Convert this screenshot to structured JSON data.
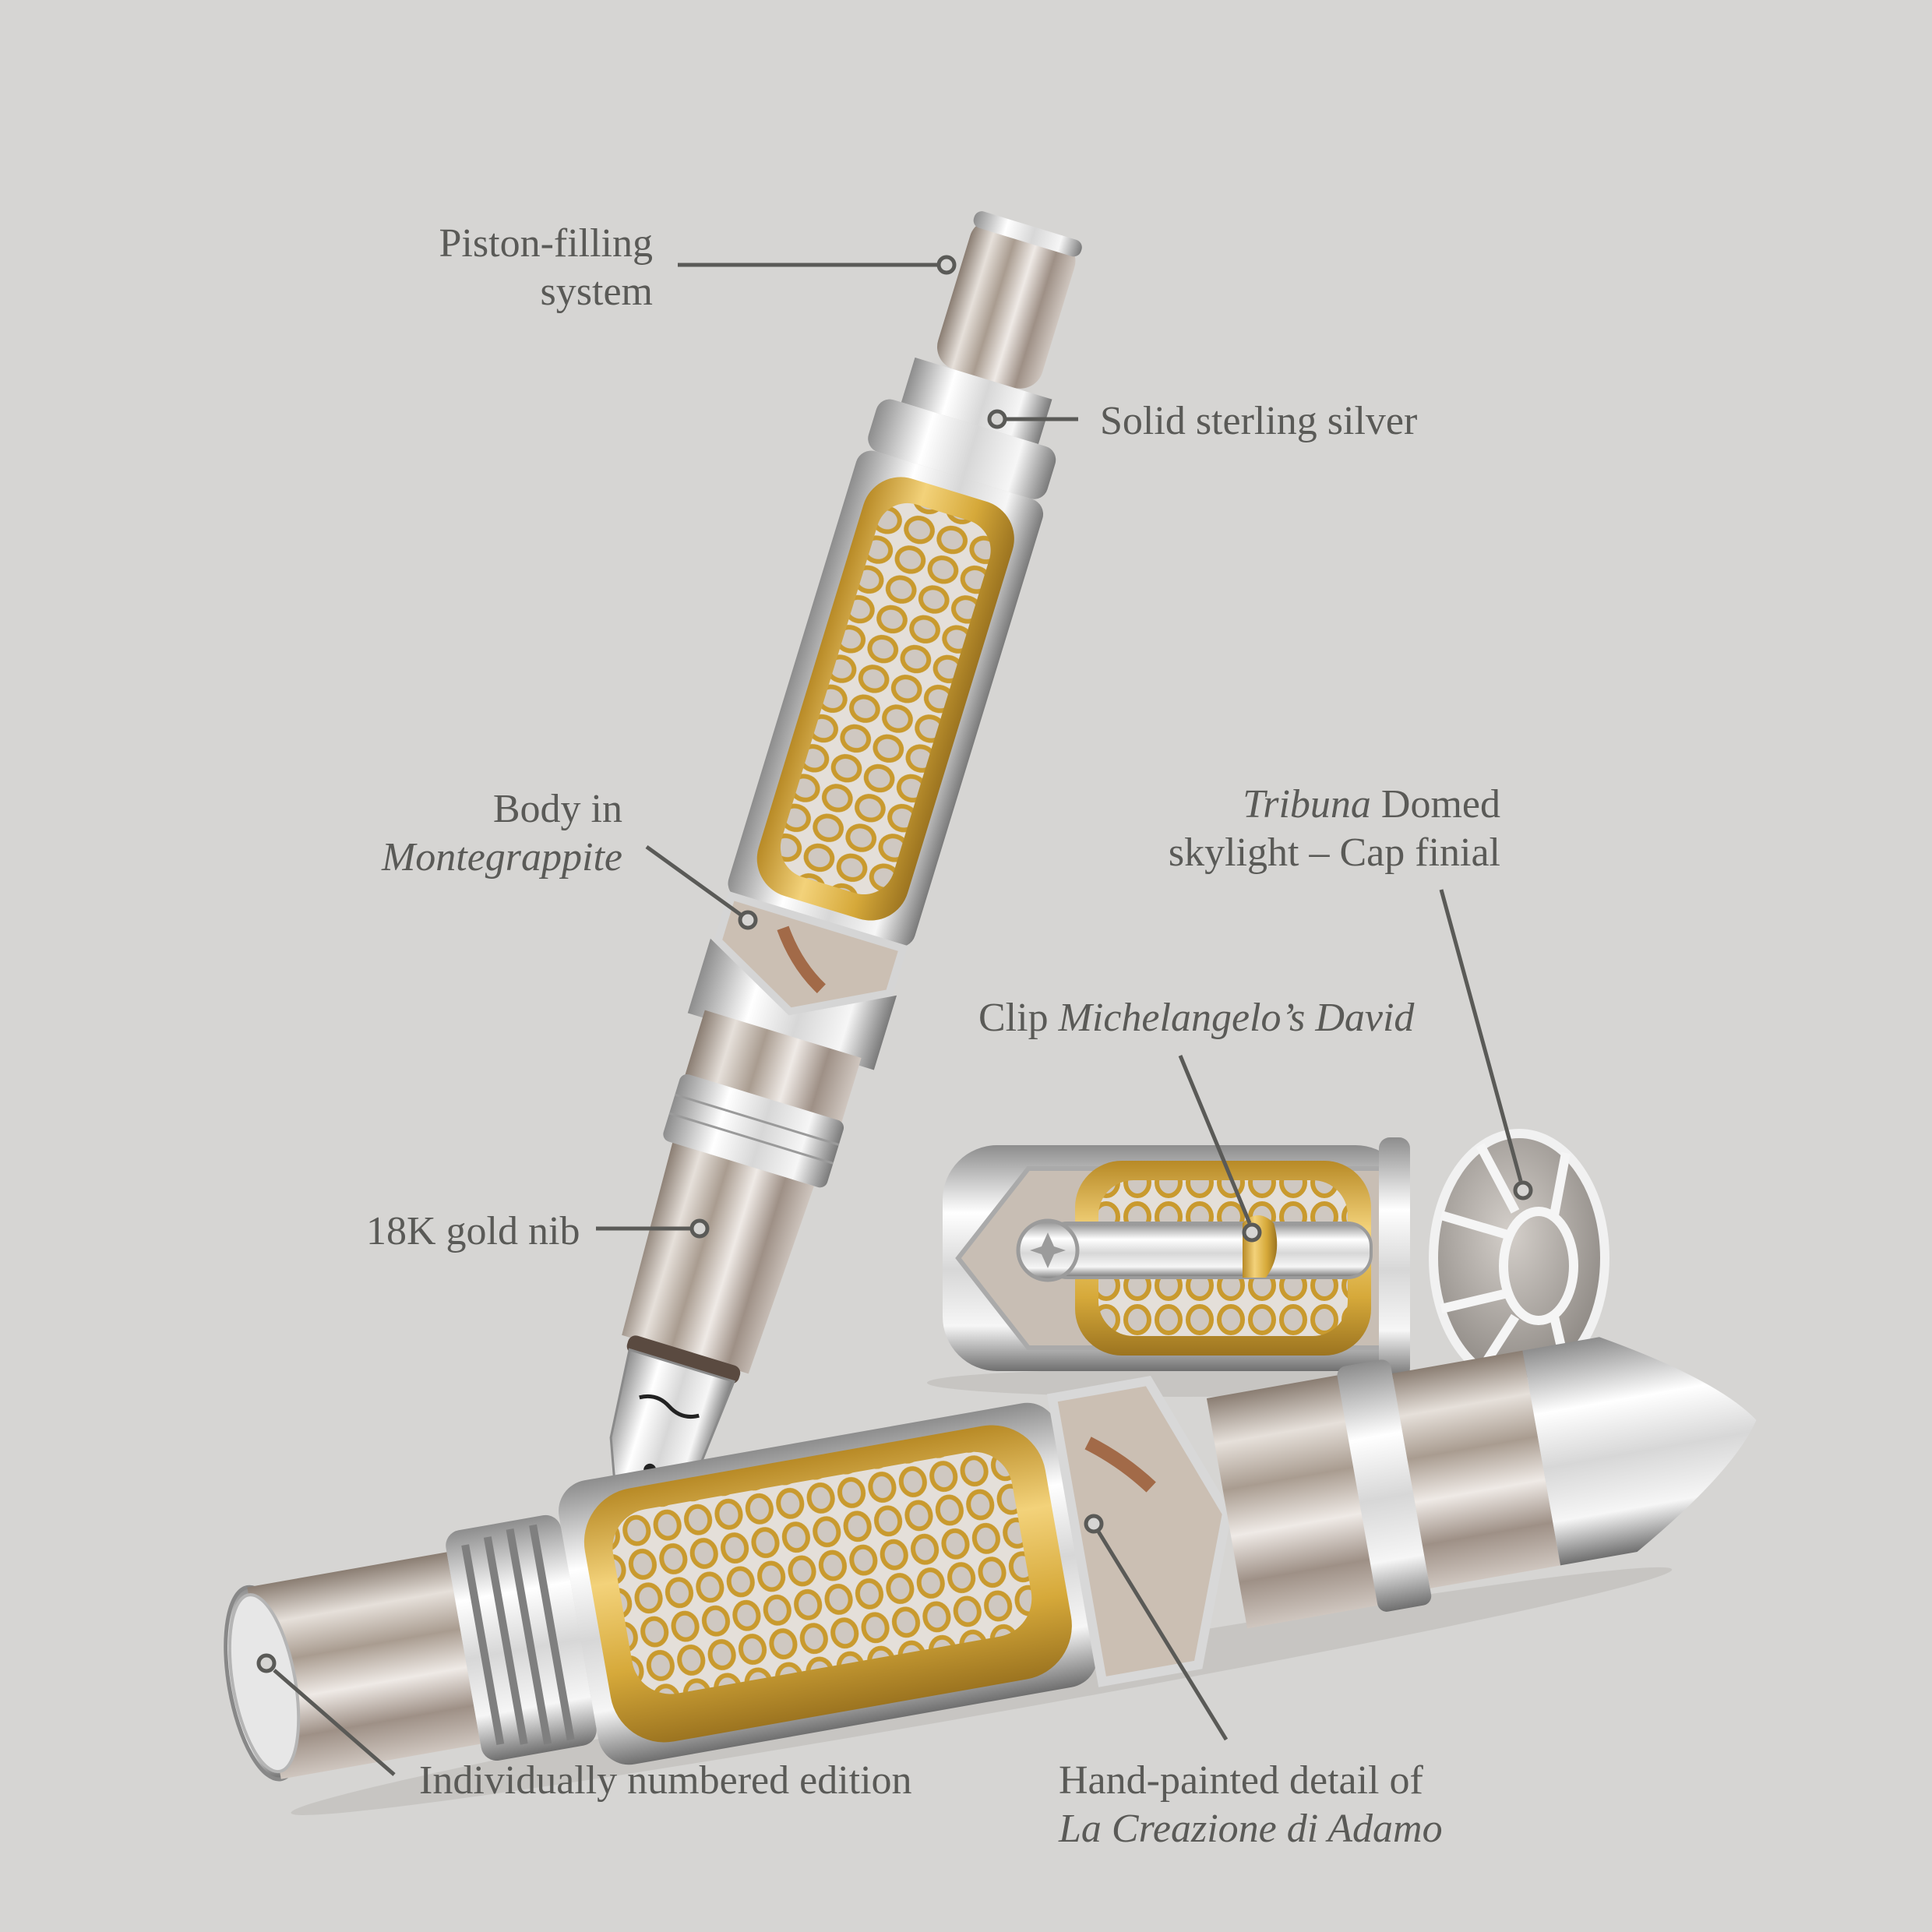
{
  "colors": {
    "background": "#d6d5d3",
    "text": "#5a5a57",
    "leader_line": "#5a5a57",
    "gold": "#d6a93a",
    "silver": "#e8e8e8",
    "resin": "#b7ada3"
  },
  "annotations": {
    "piston": {
      "line1": "Piston-filling",
      "line2": "system"
    },
    "silver": {
      "text": "Solid sterling silver"
    },
    "body": {
      "line1": "Body in",
      "line2_italic": "Montegrappite"
    },
    "tribuna": {
      "italic": "Tribuna",
      "line1_rest": " Domed",
      "line2": "skylight – Cap finial"
    },
    "clip": {
      "plain": "Clip ",
      "italic": "Michelangelo’s David"
    },
    "nib": {
      "text": "18K gold nib"
    },
    "numbered": {
      "text": "Individually numbered edition"
    },
    "painted": {
      "line1": "Hand-painted detail of",
      "line2_italic": "La Creazione di Adamo"
    }
  },
  "products": [
    {
      "name": "fountain-pen",
      "orientation": "diagonal"
    },
    {
      "name": "pen-cap",
      "orientation": "horizontal"
    },
    {
      "name": "rollerball-pen",
      "orientation": "horizontal"
    }
  ]
}
